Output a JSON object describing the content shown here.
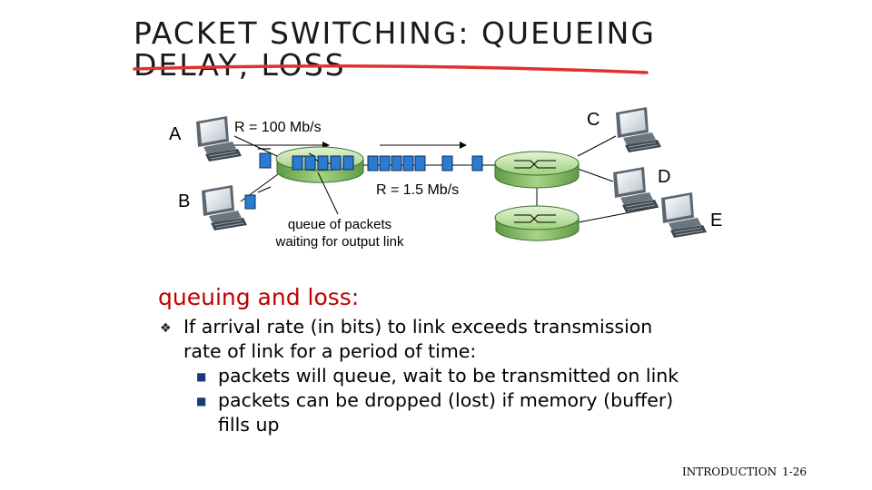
{
  "slide": {
    "title_line1": "PACKET SWITCHING: QUEUEING",
    "title_line2": "DELAY, LOSS"
  },
  "diagram": {
    "nodes": {
      "a": "A",
      "b": "B",
      "c": "C",
      "d": "D",
      "e": "E"
    },
    "rate_access": "R = 100 Mb/s",
    "rate_link": "R = 1.5 Mb/s",
    "queue_label_line1": "queue of packets",
    "queue_label_line2": "waiting for output link"
  },
  "content": {
    "heading": "queuing and loss:",
    "bullet1_line1": "If arrival rate (in bits) to link exceeds transmission",
    "bullet1_line2": "rate of link for a period of time:",
    "sub1": "packets will queue, wait to be transmitted on link",
    "sub2_line1": "packets can be dropped (lost) if memory (buffer)",
    "sub2_line2": "fills up"
  },
  "footer": {
    "section": "INTRODUCTION",
    "page": "1-26"
  },
  "colors": {
    "underline": "#e0312f",
    "heading": "#c00000",
    "packet": "#2a7bd1",
    "router": "#8cc56a"
  }
}
